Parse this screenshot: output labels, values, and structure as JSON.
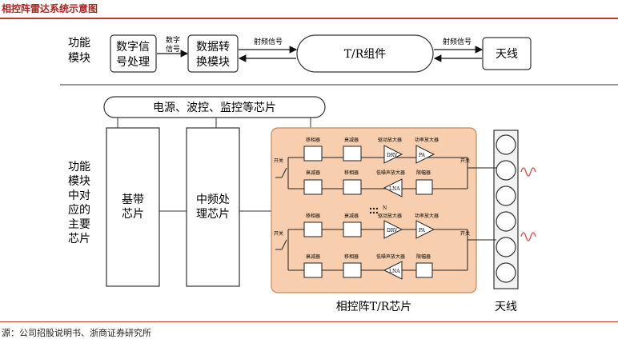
{
  "header": {
    "title": "相控阵雷达系统示意图"
  },
  "top_row": {
    "row_label": [
      "功能",
      "模块"
    ],
    "digital_signal": [
      "数字信",
      "号处理"
    ],
    "data_convert": [
      "数据转",
      "换模块"
    ],
    "tr_module": "T/R组件",
    "antenna": "天线",
    "edge_label_digital": [
      "数字",
      "信号"
    ],
    "edge_label_rf1": "射频信号",
    "edge_label_rf2": "射频信号"
  },
  "bottom": {
    "power_bus": "电源、波控、监控等芯片",
    "row_label": [
      "功能",
      "模块",
      "中对",
      "应的",
      "主要",
      "芯片"
    ],
    "baseband": [
      "基带",
      "芯片"
    ],
    "if_chip": [
      "中频处",
      "理芯片"
    ],
    "tr_chip_label": "相控阵T/R芯片",
    "antenna_label": "天线",
    "switch": "开关",
    "phase_shifter": "移相器",
    "attenuator": "衰减器",
    "driver_amp": "驱动放大器",
    "power_amp": "功率放大器",
    "limiter": "限幅器",
    "lna_label": "低噪声放大器",
    "drv_text": "DRV",
    "pa_text": "PA",
    "lna_text": "LNA",
    "n_label": "N"
  },
  "footer": {
    "source": "源：公司招股说明书、浙商证券研究所"
  },
  "colors": {
    "accent": "#b32121",
    "tr_fill": "#f8cfae",
    "tr_stroke": "#c8875a",
    "wave": "#e05a5a"
  }
}
